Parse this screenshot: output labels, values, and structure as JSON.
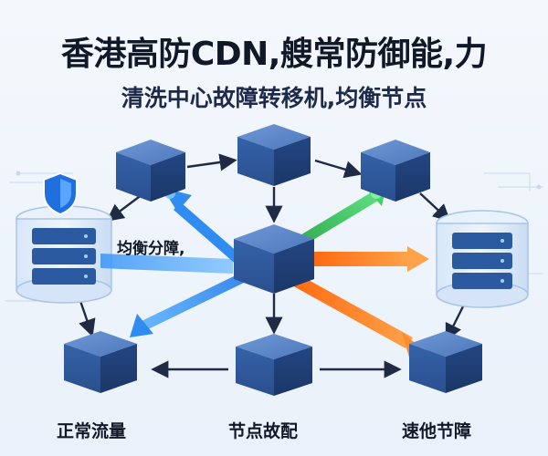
{
  "header": {
    "title": "香港高防CDN,艘常防御能,力",
    "subtitle": "清洗中心故障转移机,均衡节点"
  },
  "labels": {
    "arrow_label": "均衡分障,",
    "bottom_left": "正常流量",
    "bottom_center": "节点故配",
    "bottom_right": "速他节障"
  },
  "icons": {
    "shield": "shield-icon"
  },
  "colors": {
    "node": "#2c5aa0",
    "link": "#1f2a44",
    "blue_flow": "#2f8cf0",
    "green_flow": "#34c759",
    "orange_flow": "#ff7a1a",
    "shield": "#1f6fe0"
  }
}
